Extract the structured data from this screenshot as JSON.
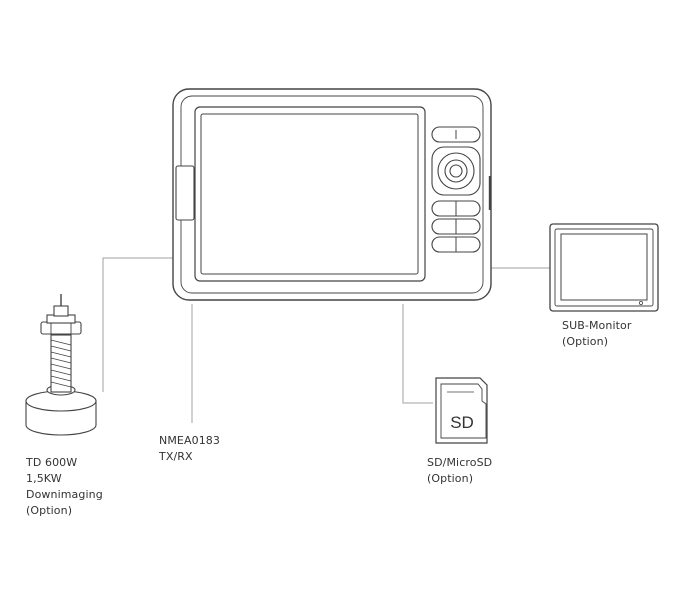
{
  "components": {
    "transducer": {
      "line1": "TD 600W",
      "line2": "1,5KW",
      "line3": "Downimaging",
      "line4": "(Option)"
    },
    "nmea": {
      "line1": "NMEA0183",
      "line2": "TX/RX"
    },
    "sd_card": {
      "card_text": "SD",
      "line1": "SD/MicroSD",
      "line2": "(Option)"
    },
    "sub_monitor": {
      "line1": "SUB-Monitor",
      "line2": "(Option)"
    }
  },
  "colors": {
    "stroke": "#444444",
    "wire": "#999999",
    "fill": "#ffffff",
    "text": "#333333"
  }
}
